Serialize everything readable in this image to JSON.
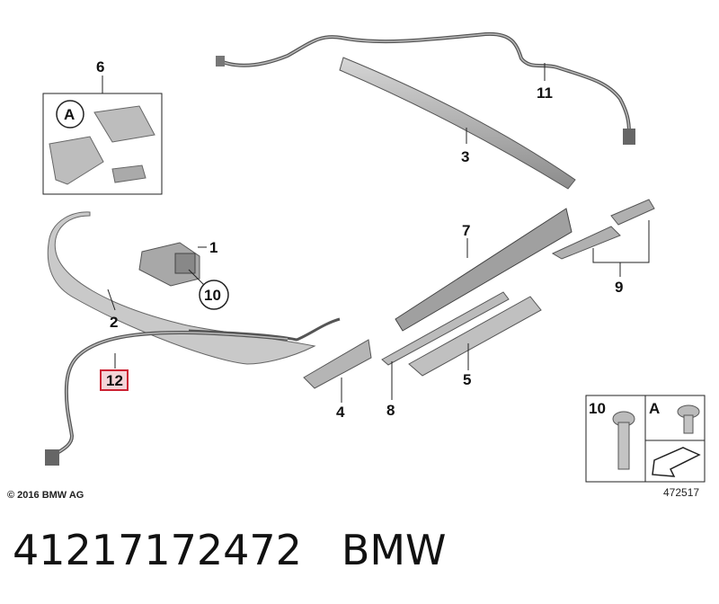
{
  "callouts": {
    "c1": "1",
    "c2": "2",
    "c3": "3",
    "c4": "4",
    "c5": "5",
    "c6": "6",
    "c7": "7",
    "c8": "8",
    "c9": "9",
    "c10": "10",
    "c11": "11",
    "c12": "12",
    "circleA": "A"
  },
  "legend": {
    "screw_label": "10",
    "screw_a_label": "A"
  },
  "copyright": "© 2016 BMW AG",
  "diagram_id": "472517",
  "footer": {
    "part_number": "41217172472",
    "brand": "BMW"
  },
  "colors": {
    "highlight_border": "#cc2233",
    "highlight_fill": "#f4d4d8",
    "part_grey": "#9a9a9a"
  }
}
